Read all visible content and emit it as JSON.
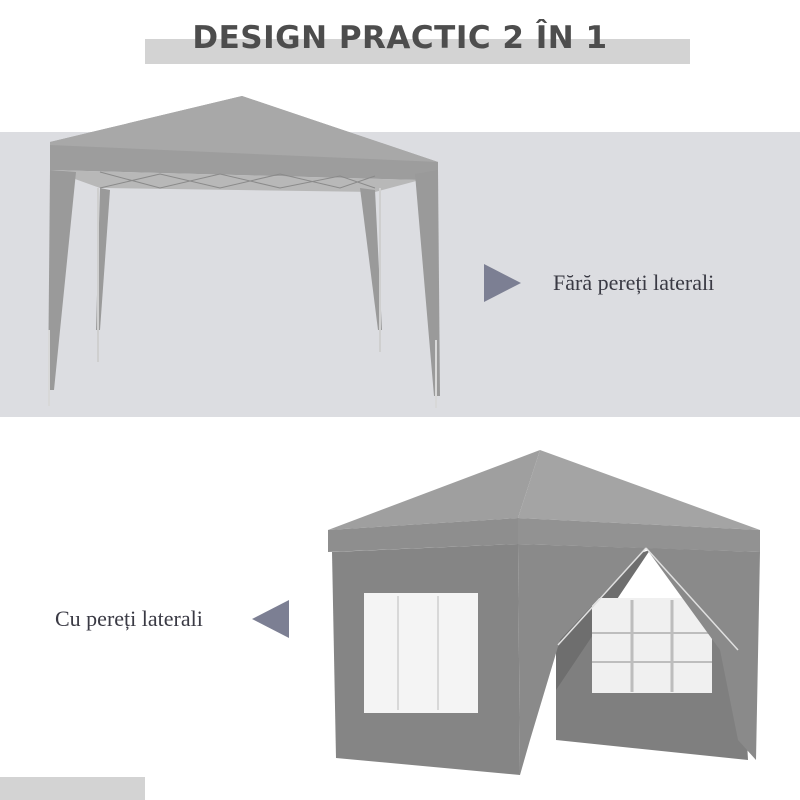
{
  "header": {
    "title": "DESIGN PRACTIC 2 ÎN 1"
  },
  "options": [
    {
      "label": "Fără pereți laterali",
      "arrow": "triangle-right-icon",
      "image": "gazebo-without-side-walls"
    },
    {
      "label": "Cu pereți laterali",
      "arrow": "triangle-left-icon",
      "image": "gazebo-with-side-walls"
    }
  ],
  "colors": {
    "title_text": "#4d4d4d",
    "title_bar": "#d3d3d3",
    "band_background": "#dcdde1",
    "arrow": "#7c7f93",
    "label_text": "#3a3a44",
    "canopy": "#9c9c9c",
    "walls": "#8a8a8a"
  }
}
